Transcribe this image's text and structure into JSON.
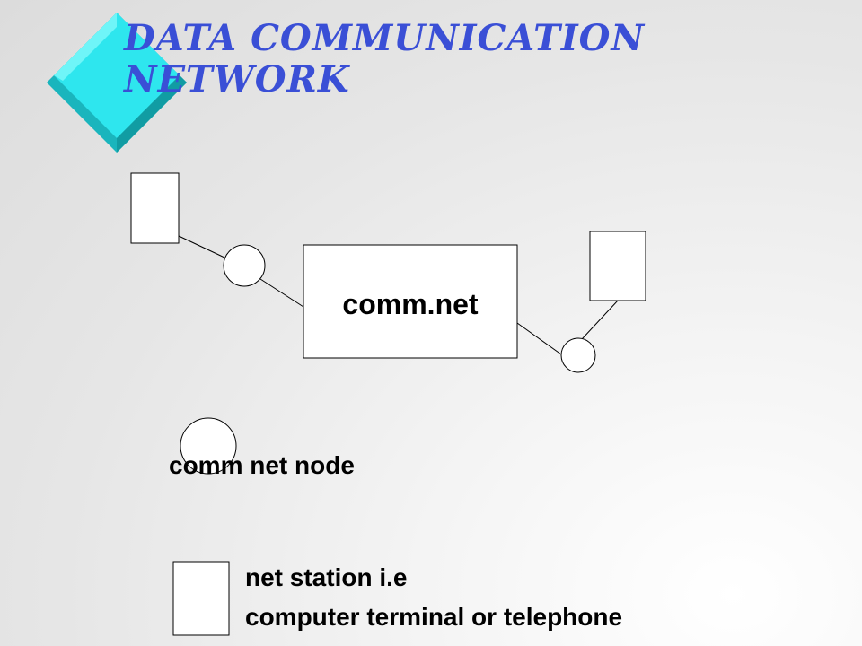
{
  "slide": {
    "title_line1": "DATA COMMUNICATION",
    "title_line2": "NETWORK",
    "title_color": "#3a4fd6",
    "accent_color": "#2ee6ee"
  },
  "diagram": {
    "network_label": "comm.net"
  },
  "legend": {
    "node_label": "comm net node",
    "station_label_line1": "net station i.e",
    "station_label_line2": "computer terminal or telephone"
  }
}
